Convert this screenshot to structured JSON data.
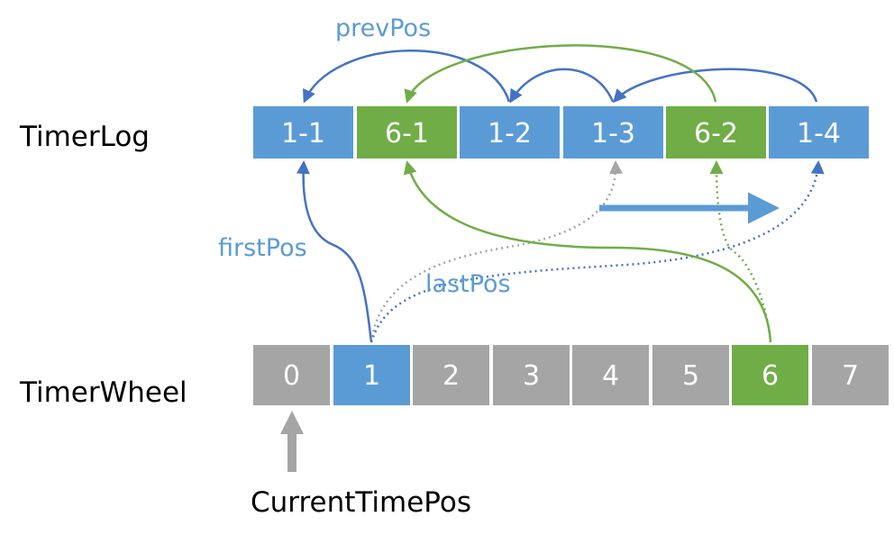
{
  "colors": {
    "blue": "#5b9bd5",
    "green": "#70ad47",
    "gray": "#a5a5a5",
    "dark_blue": "#4472c4",
    "cell_border": "#ffffff",
    "annotation_text": "#5b9bd5",
    "label_text": "#000000"
  },
  "timer_log": {
    "label": "TimerLog",
    "cells": [
      {
        "text": "1-1",
        "color": "blue"
      },
      {
        "text": "6-1",
        "color": "green"
      },
      {
        "text": "1-2",
        "color": "blue"
      },
      {
        "text": "1-3",
        "color": "blue"
      },
      {
        "text": "6-2",
        "color": "green"
      },
      {
        "text": "1-4",
        "color": "blue"
      }
    ]
  },
  "timer_wheel": {
    "label": "TimerWheel",
    "cells": [
      {
        "text": "0",
        "color": "gray"
      },
      {
        "text": "1",
        "color": "blue"
      },
      {
        "text": "2",
        "color": "gray"
      },
      {
        "text": "3",
        "color": "gray"
      },
      {
        "text": "4",
        "color": "gray"
      },
      {
        "text": "5",
        "color": "gray"
      },
      {
        "text": "6",
        "color": "green"
      },
      {
        "text": "7",
        "color": "gray"
      }
    ]
  },
  "annotations": {
    "prev_pos": "prevPos",
    "first_pos": "firstPos",
    "last_pos": "lastPos",
    "current_time_pos": "CurrentTimePos"
  }
}
